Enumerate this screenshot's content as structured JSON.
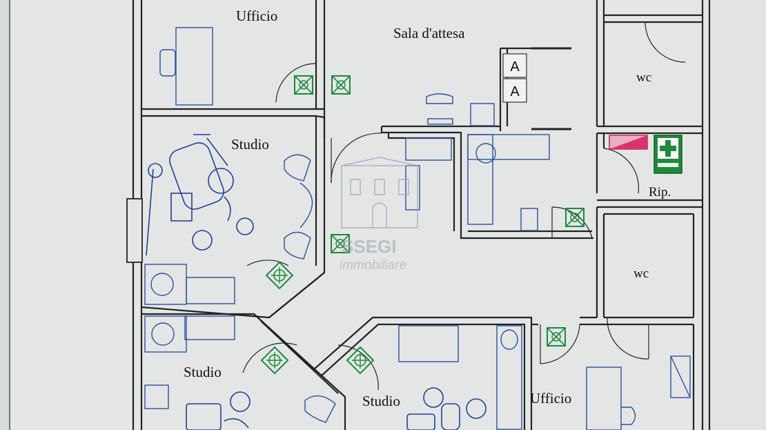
{
  "rooms": {
    "office_top": "Ufficio",
    "waiting_room": "Sala d'attesa",
    "wc_top": "wc",
    "studio_top": "Studio",
    "storage": "Rip.",
    "wc_bottom": "wc",
    "studio_bottom_left": "Studio",
    "studio_bottom_mid": "Studio",
    "office_bottom": "Ufficio"
  },
  "toilet_signs": [
    "A",
    "A"
  ],
  "watermark": {
    "brand": "SSEGI",
    "tagline": "immobiliare"
  },
  "colors": {
    "background": "#d9dcdc",
    "walls": "#222222",
    "furniture": "#2a4fa0",
    "emergency_exit": "#1a8a3a",
    "fire_panel": "#d9346a",
    "first_aid": "#1f8a3b"
  }
}
